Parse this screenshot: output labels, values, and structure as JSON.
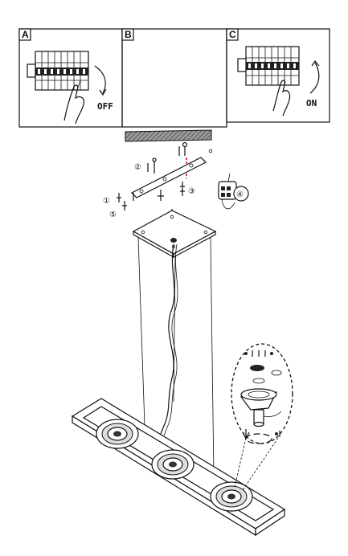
{
  "panels": [
    {
      "letter": "A",
      "action": "OFF"
    },
    {
      "letter": "B",
      "action": ""
    },
    {
      "letter": "C",
      "action": "ON"
    }
  ],
  "callouts": [
    "①",
    "②",
    "③",
    "④",
    "⑤"
  ],
  "colors": {
    "line": "#111111",
    "ceiling": "#8a8a8a",
    "drill_mark": "#cc0000"
  },
  "icons": [
    "hand-icon",
    "arrow-icon",
    "breaker-icon",
    "screw-icon",
    "terminal-block-icon",
    "lamp-spot-icon"
  ]
}
